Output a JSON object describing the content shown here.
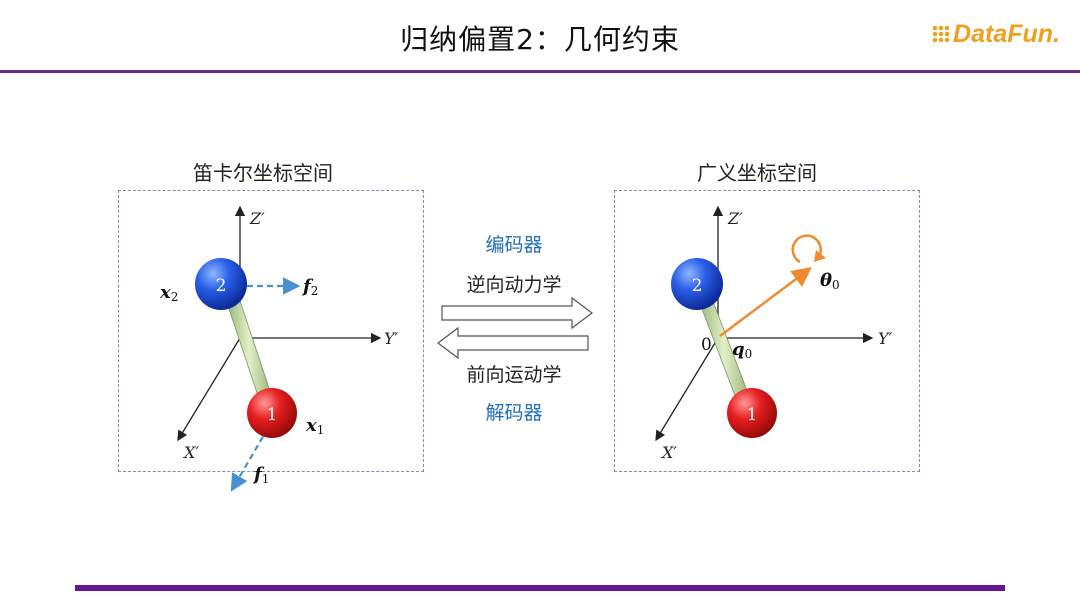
{
  "header": {
    "title": "归纳偏置2：几何约束",
    "logo": "DataFun."
  },
  "left_panel": {
    "title": "笛卡尔坐标空间",
    "axis_z": "Z′",
    "axis_y": "Y′",
    "axis_x": "X′",
    "atom2": "2",
    "atom1": "1",
    "label_x2": "x",
    "label_x2_sub": "2",
    "label_f2": "f",
    "label_f2_sub": "2",
    "label_x1": "x",
    "label_x1_sub": "1",
    "label_f1": "f",
    "label_f1_sub": "1"
  },
  "middle": {
    "encoder": "编码器",
    "inverse_dynamics": "逆向动力学",
    "forward_dynamics": "前向运动学",
    "decoder": "解码器"
  },
  "right_panel": {
    "title": "广义坐标空间",
    "axis_z": "Z′",
    "axis_y": "Y′",
    "axis_x": "X′",
    "atom2": "2",
    "atom1": "1",
    "origin": "0",
    "label_q0": "q",
    "label_q0_sub": "0",
    "label_theta0": "θ",
    "label_theta0_sub": "0"
  },
  "colors": {
    "accent_purple": "#6a1590",
    "atom_blue": "#1a4fd8",
    "atom_red": "#e01818",
    "bond": "#b5d08c",
    "force_arrow": "#4a90d0",
    "orange": "#f08a30",
    "label_blue": "#1f6fbf"
  }
}
